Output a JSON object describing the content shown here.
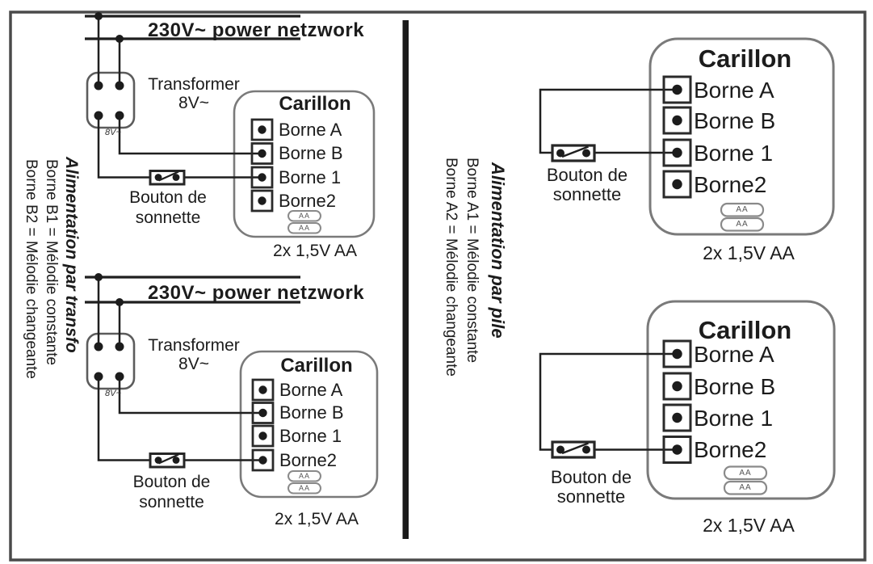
{
  "figure": {
    "left_half": {
      "rotated_title": "Alimentation par transfo",
      "rotated_note_1": "Borne B1 = Mélodie constante",
      "rotated_note_2": "Borne B2 = Mélodie changeante"
    },
    "right_half": {
      "rotated_title": "Alimentation par pile",
      "rotated_note_1": "Borne A1 = Mélodie constante",
      "rotated_note_2": "Borne A2 = Mélodie changeante"
    },
    "labels": {
      "power_network": "230V~ power netzwork",
      "transformer_name": "Transformer",
      "transformer_voltage": "8V~",
      "transformer_output_tag": "8V~",
      "carillon_title": "Carillon",
      "terminal_a": "Borne A",
      "terminal_b": "Borne B",
      "terminal_1": "Borne 1",
      "terminal_2": "Borne2",
      "bell_button_1": "Bouton de",
      "bell_button_2": "sonnette",
      "battery_note": "2x 1,5V AA",
      "battery_cell": "AA"
    },
    "colors": {
      "line": "#1f1f1f",
      "rounded_box": "#7a7a7a",
      "battery_pill": "#8a8a8a"
    }
  }
}
